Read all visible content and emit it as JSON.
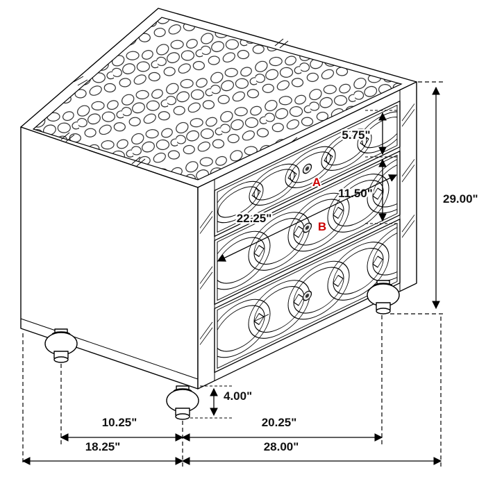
{
  "diagram": {
    "name": "3-drawer nightstand dimension diagram",
    "background": "#ffffff",
    "line_color": "#000000",
    "marker_color": "#cc0000"
  },
  "dims": {
    "overall_height": "29.00\"",
    "top_drawer": "5.75\"",
    "middle_drawer": "11.50\"",
    "drawer_width": "22.25\"",
    "leg_height": "4.00\"",
    "leg_span_side": "10.25\"",
    "leg_span_front": "20.25\"",
    "overall_depth": "18.25\"",
    "overall_width": "28.00\""
  },
  "markers": {
    "a": "A",
    "b": "B"
  }
}
